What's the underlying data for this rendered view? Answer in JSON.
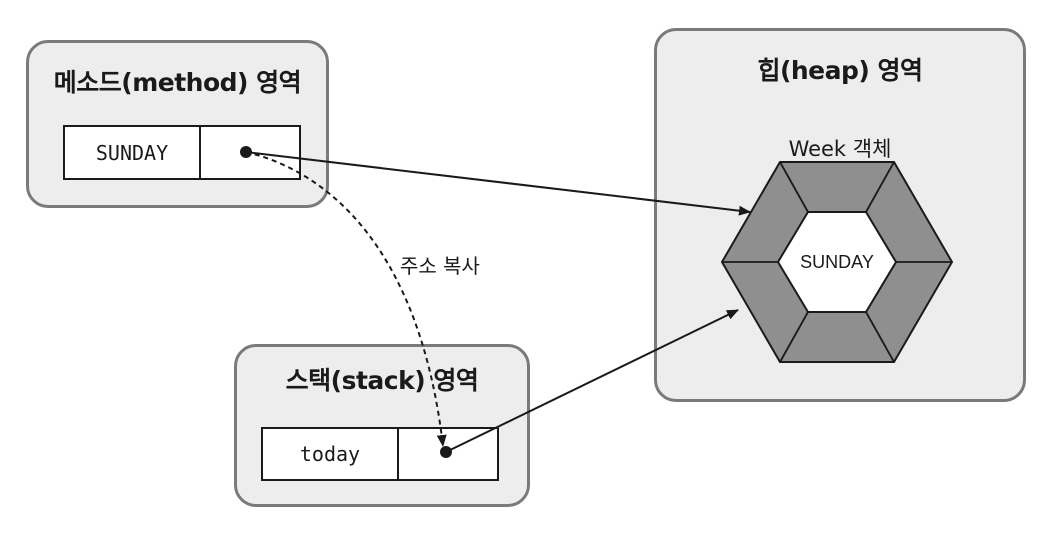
{
  "method_area": {
    "title": "메소드(method) 영역",
    "cell_name": "SUNDAY"
  },
  "stack_area": {
    "title": "스택(stack) 영역",
    "cell_name": "today"
  },
  "heap_area": {
    "title": "힙(heap) 영역",
    "object_label": "Week 객체",
    "object_value": "SUNDAY"
  },
  "copy_arrow_label": "주소 복사",
  "colors": {
    "region_fill": "#ededed",
    "region_border": "#7a7a7a",
    "hexagon_outer": "#8f8f8f",
    "hexagon_inner": "#ffffff"
  }
}
